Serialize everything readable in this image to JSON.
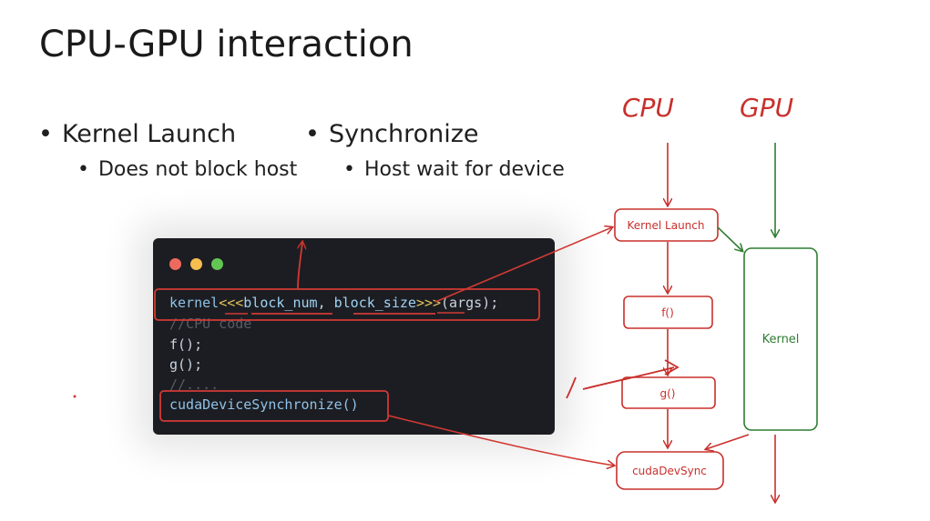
{
  "slide": {
    "title": "CPU-GPU interaction",
    "bullets": {
      "kernel_launch": "Kernel Launch",
      "kernel_launch_sub": "Does not block host",
      "synchronize": "Synchronize",
      "synchronize_sub": "Host wait for device"
    },
    "bullet_glyph": "•"
  },
  "code": {
    "line1": {
      "fn": "kernel",
      "open": "<<<",
      "arg1": "block_num",
      "sep": ", ",
      "arg2": "block_size",
      "close": ">>>",
      "rest": "(args);"
    },
    "line2": "//CPU code",
    "line3": "f();",
    "line4": "g();",
    "line5": "//....",
    "line6": "cudaDeviceSynchronize()",
    "traffic_lights": [
      "#ee6a5f",
      "#f5be4f",
      "#62c554"
    ]
  },
  "diagram": {
    "cpu_label": "CPU",
    "gpu_label": "GPU",
    "boxes": {
      "kernel_launch": "Kernel Launch",
      "f": "f()",
      "g": "g()",
      "cuda_dev_sync": "cudaDevSync",
      "kernel": "Kernel"
    },
    "colors": {
      "cpu": "#c8302c",
      "gpu": "#2e7d32"
    }
  }
}
